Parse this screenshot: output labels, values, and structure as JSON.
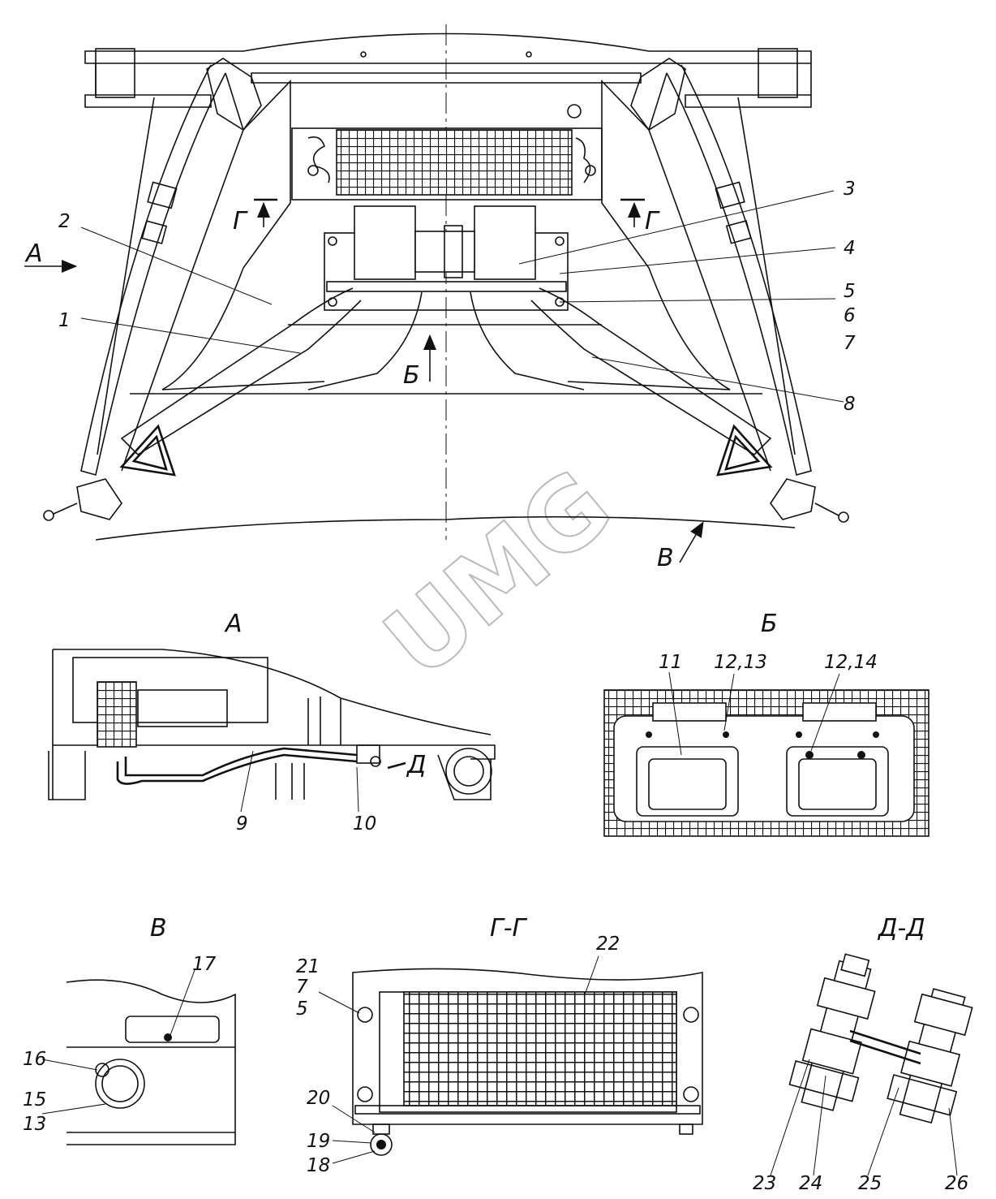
{
  "watermark": "UMG",
  "views": {
    "main": {
      "labels": [
        "1",
        "2",
        "3",
        "4",
        "5",
        "6",
        "7",
        "8"
      ],
      "arrows": {
        "a": "А",
        "b": "Б",
        "v": "В",
        "g": "Г"
      }
    },
    "view_a": {
      "title": "А",
      "labels": [
        "9",
        "10"
      ],
      "cut": "Д"
    },
    "view_b": {
      "title": "Б",
      "labels": [
        "11",
        "12,13",
        "12,14"
      ]
    },
    "view_v": {
      "title": "В",
      "labels": [
        "17",
        "16",
        "15",
        "13"
      ]
    },
    "view_gg": {
      "title": "Г-Г",
      "labels": [
        "22",
        "21",
        "7",
        "5",
        "20",
        "19",
        "18"
      ]
    },
    "view_dd": {
      "title": "Д-Д",
      "labels": [
        "23",
        "24",
        "25",
        "26"
      ]
    }
  }
}
